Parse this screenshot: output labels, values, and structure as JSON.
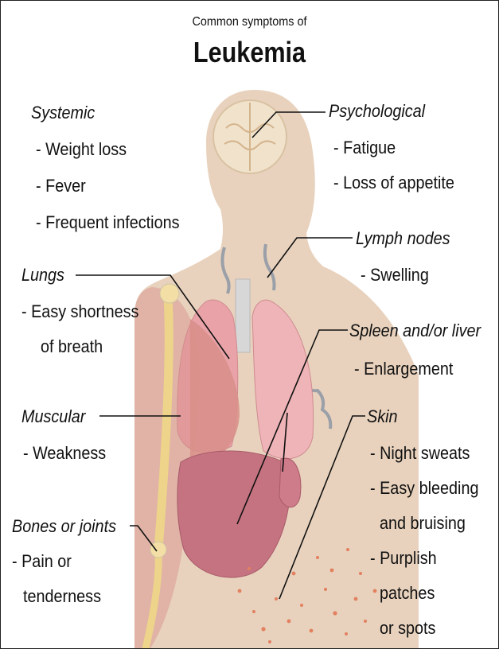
{
  "header": {
    "subtitle": "Common symptoms of",
    "title": "Leukemia"
  },
  "groups": {
    "systemic": {
      "heading": "Systemic",
      "items": [
        "- Weight loss",
        "- Fever",
        "- Frequent infections"
      ]
    },
    "psychological": {
      "heading": "Psychological",
      "items": [
        "- Fatigue",
        "- Loss of appetite"
      ]
    },
    "lymph": {
      "heading": "Lymph nodes",
      "items": [
        "- Swelling"
      ]
    },
    "lungs": {
      "heading": "Lungs",
      "items": [
        "- Easy shortness",
        "of breath"
      ]
    },
    "spleen": {
      "heading": "Spleen and/or liver",
      "items": [
        "- Enlargement"
      ]
    },
    "muscular": {
      "heading": "Muscular",
      "items": [
        "- Weakness"
      ]
    },
    "skin": {
      "heading": "Skin",
      "items": [
        "- Night sweats",
        "- Easy bleeding",
        "and bruising",
        "- Purplish",
        "patches",
        "or spots"
      ]
    },
    "bones": {
      "heading": "Bones or joints",
      "items": [
        "- Pain or",
        "tenderness"
      ]
    }
  },
  "colors": {
    "skin": "#e8d2bd",
    "lung": "#e9a3a8",
    "muscle": "#d88f8a",
    "liver": "#c57381",
    "bone": "#edd48a",
    "brain": "#f1e2cb",
    "spots": "#e2805f",
    "text": "#111111"
  }
}
